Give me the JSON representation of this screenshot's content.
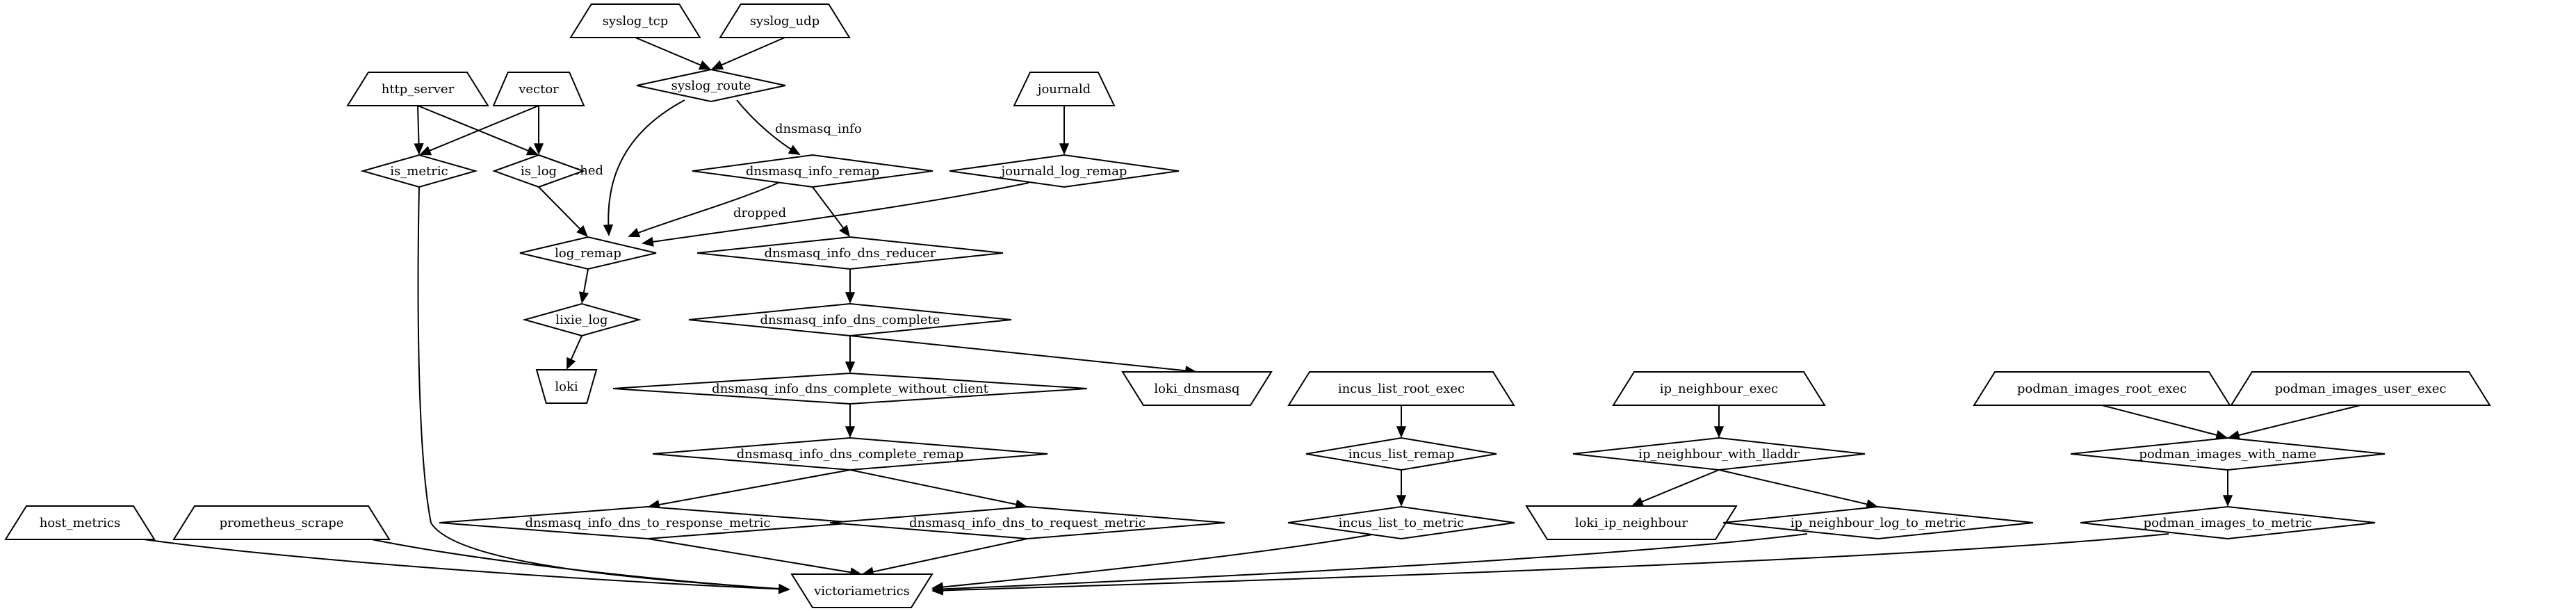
{
  "diagram": {
    "nodes": [
      {
        "id": "syslog_tcp",
        "label": "syslog_tcp",
        "shape": "source"
      },
      {
        "id": "syslog_udp",
        "label": "syslog_udp",
        "shape": "source"
      },
      {
        "id": "syslog_route",
        "label": "syslog_route",
        "shape": "transform"
      },
      {
        "id": "http_server",
        "label": "http_server",
        "shape": "source"
      },
      {
        "id": "vector",
        "label": "vector",
        "shape": "source"
      },
      {
        "id": "journald",
        "label": "journald",
        "shape": "source"
      },
      {
        "id": "is_metric",
        "label": "is_metric",
        "shape": "transform"
      },
      {
        "id": "is_log",
        "label": "is_log",
        "shape": "transform"
      },
      {
        "id": "dnsmasq_info_remap",
        "label": "dnsmasq_info_remap",
        "shape": "transform"
      },
      {
        "id": "journald_log_remap",
        "label": "journald_log_remap",
        "shape": "transform"
      },
      {
        "id": "log_remap",
        "label": "log_remap",
        "shape": "transform"
      },
      {
        "id": "dnsmasq_info_dns_reducer",
        "label": "dnsmasq_info_dns_reducer",
        "shape": "transform"
      },
      {
        "id": "lixie_log",
        "label": "lixie_log",
        "shape": "transform"
      },
      {
        "id": "dnsmasq_info_dns_complete",
        "label": "dnsmasq_info_dns_complete",
        "shape": "transform"
      },
      {
        "id": "loki",
        "label": "loki",
        "shape": "sink"
      },
      {
        "id": "dnsmasq_info_dns_complete_without_client",
        "label": "dnsmasq_info_dns_complete_without_client",
        "shape": "transform"
      },
      {
        "id": "loki_dnsmasq",
        "label": "loki_dnsmasq",
        "shape": "sink"
      },
      {
        "id": "dnsmasq_info_dns_complete_remap",
        "label": "dnsmasq_info_dns_complete_remap",
        "shape": "transform"
      },
      {
        "id": "incus_list_root_exec",
        "label": "incus_list_root_exec",
        "shape": "source"
      },
      {
        "id": "incus_list_remap",
        "label": "incus_list_remap",
        "shape": "transform"
      },
      {
        "id": "ip_neighbour_exec",
        "label": "ip_neighbour_exec",
        "shape": "source"
      },
      {
        "id": "ip_neighbour_with_lladdr",
        "label": "ip_neighbour_with_lladdr",
        "shape": "transform"
      },
      {
        "id": "podman_images_root_exec",
        "label": "podman_images_root_exec",
        "shape": "source"
      },
      {
        "id": "podman_images_user_exec",
        "label": "podman_images_user_exec",
        "shape": "source"
      },
      {
        "id": "podman_images_with_name",
        "label": "podman_images_with_name",
        "shape": "transform"
      },
      {
        "id": "host_metrics",
        "label": "host_metrics",
        "shape": "source"
      },
      {
        "id": "prometheus_scrape",
        "label": "prometheus_scrape",
        "shape": "source"
      },
      {
        "id": "dnsmasq_info_dns_to_response_metric",
        "label": "dnsmasq_info_dns_to_response_metric",
        "shape": "transform"
      },
      {
        "id": "dnsmasq_info_dns_to_request_metric",
        "label": "dnsmasq_info_dns_to_request_metric",
        "shape": "transform"
      },
      {
        "id": "incus_list_to_metric",
        "label": "incus_list_to_metric",
        "shape": "transform"
      },
      {
        "id": "loki_ip_neighbour",
        "label": "loki_ip_neighbour",
        "shape": "sink"
      },
      {
        "id": "ip_neighbour_log_to_metric",
        "label": "ip_neighbour_log_to_metric",
        "shape": "transform"
      },
      {
        "id": "podman_images_to_metric",
        "label": "podman_images_to_metric",
        "shape": "transform"
      },
      {
        "id": "victoriametrics",
        "label": "victoriametrics",
        "shape": "sink"
      }
    ],
    "edges": [
      {
        "from": "syslog_tcp",
        "to": "syslog_route",
        "label": ""
      },
      {
        "from": "syslog_udp",
        "to": "syslog_route",
        "label": ""
      },
      {
        "from": "syslog_route",
        "to": "dnsmasq_info_remap",
        "label": "dnsmasq_info"
      },
      {
        "from": "syslog_route",
        "to": "log_remap",
        "label": "_unmatched"
      },
      {
        "from": "http_server",
        "to": "is_metric",
        "label": ""
      },
      {
        "from": "http_server",
        "to": "is_log",
        "label": ""
      },
      {
        "from": "vector",
        "to": "is_metric",
        "label": ""
      },
      {
        "from": "vector",
        "to": "is_log",
        "label": ""
      },
      {
        "from": "journald",
        "to": "journald_log_remap",
        "label": ""
      },
      {
        "from": "is_log",
        "to": "log_remap",
        "label": ""
      },
      {
        "from": "dnsmasq_info_remap",
        "to": "log_remap",
        "label": "dropped"
      },
      {
        "from": "dnsmasq_info_remap",
        "to": "dnsmasq_info_dns_reducer",
        "label": ""
      },
      {
        "from": "journald_log_remap",
        "to": "log_remap",
        "label": ""
      },
      {
        "from": "log_remap",
        "to": "lixie_log",
        "label": ""
      },
      {
        "from": "dnsmasq_info_dns_reducer",
        "to": "dnsmasq_info_dns_complete",
        "label": ""
      },
      {
        "from": "lixie_log",
        "to": "loki",
        "label": ""
      },
      {
        "from": "dnsmasq_info_dns_complete",
        "to": "dnsmasq_info_dns_complete_without_client",
        "label": ""
      },
      {
        "from": "dnsmasq_info_dns_complete",
        "to": "loki_dnsmasq",
        "label": ""
      },
      {
        "from": "dnsmasq_info_dns_complete_without_client",
        "to": "dnsmasq_info_dns_complete_remap",
        "label": ""
      },
      {
        "from": "dnsmasq_info_dns_complete_remap",
        "to": "dnsmasq_info_dns_to_response_metric",
        "label": ""
      },
      {
        "from": "dnsmasq_info_dns_complete_remap",
        "to": "dnsmasq_info_dns_to_request_metric",
        "label": ""
      },
      {
        "from": "incus_list_root_exec",
        "to": "incus_list_remap",
        "label": ""
      },
      {
        "from": "incus_list_remap",
        "to": "incus_list_to_metric",
        "label": ""
      },
      {
        "from": "ip_neighbour_exec",
        "to": "ip_neighbour_with_lladdr",
        "label": ""
      },
      {
        "from": "ip_neighbour_with_lladdr",
        "to": "loki_ip_neighbour",
        "label": ""
      },
      {
        "from": "ip_neighbour_with_lladdr",
        "to": "ip_neighbour_log_to_metric",
        "label": ""
      },
      {
        "from": "podman_images_root_exec",
        "to": "podman_images_with_name",
        "label": ""
      },
      {
        "from": "podman_images_user_exec",
        "to": "podman_images_with_name",
        "label": ""
      },
      {
        "from": "podman_images_with_name",
        "to": "podman_images_to_metric",
        "label": ""
      },
      {
        "from": "host_metrics",
        "to": "victoriametrics",
        "label": ""
      },
      {
        "from": "prometheus_scrape",
        "to": "victoriametrics",
        "label": ""
      },
      {
        "from": "is_metric",
        "to": "victoriametrics",
        "label": ""
      },
      {
        "from": "dnsmasq_info_dns_to_response_metric",
        "to": "victoriametrics",
        "label": ""
      },
      {
        "from": "dnsmasq_info_dns_to_request_metric",
        "to": "victoriametrics",
        "label": ""
      },
      {
        "from": "incus_list_to_metric",
        "to": "victoriametrics",
        "label": ""
      },
      {
        "from": "ip_neighbour_log_to_metric",
        "to": "victoriametrics",
        "label": ""
      },
      {
        "from": "podman_images_to_metric",
        "to": "victoriametrics",
        "label": ""
      }
    ]
  }
}
